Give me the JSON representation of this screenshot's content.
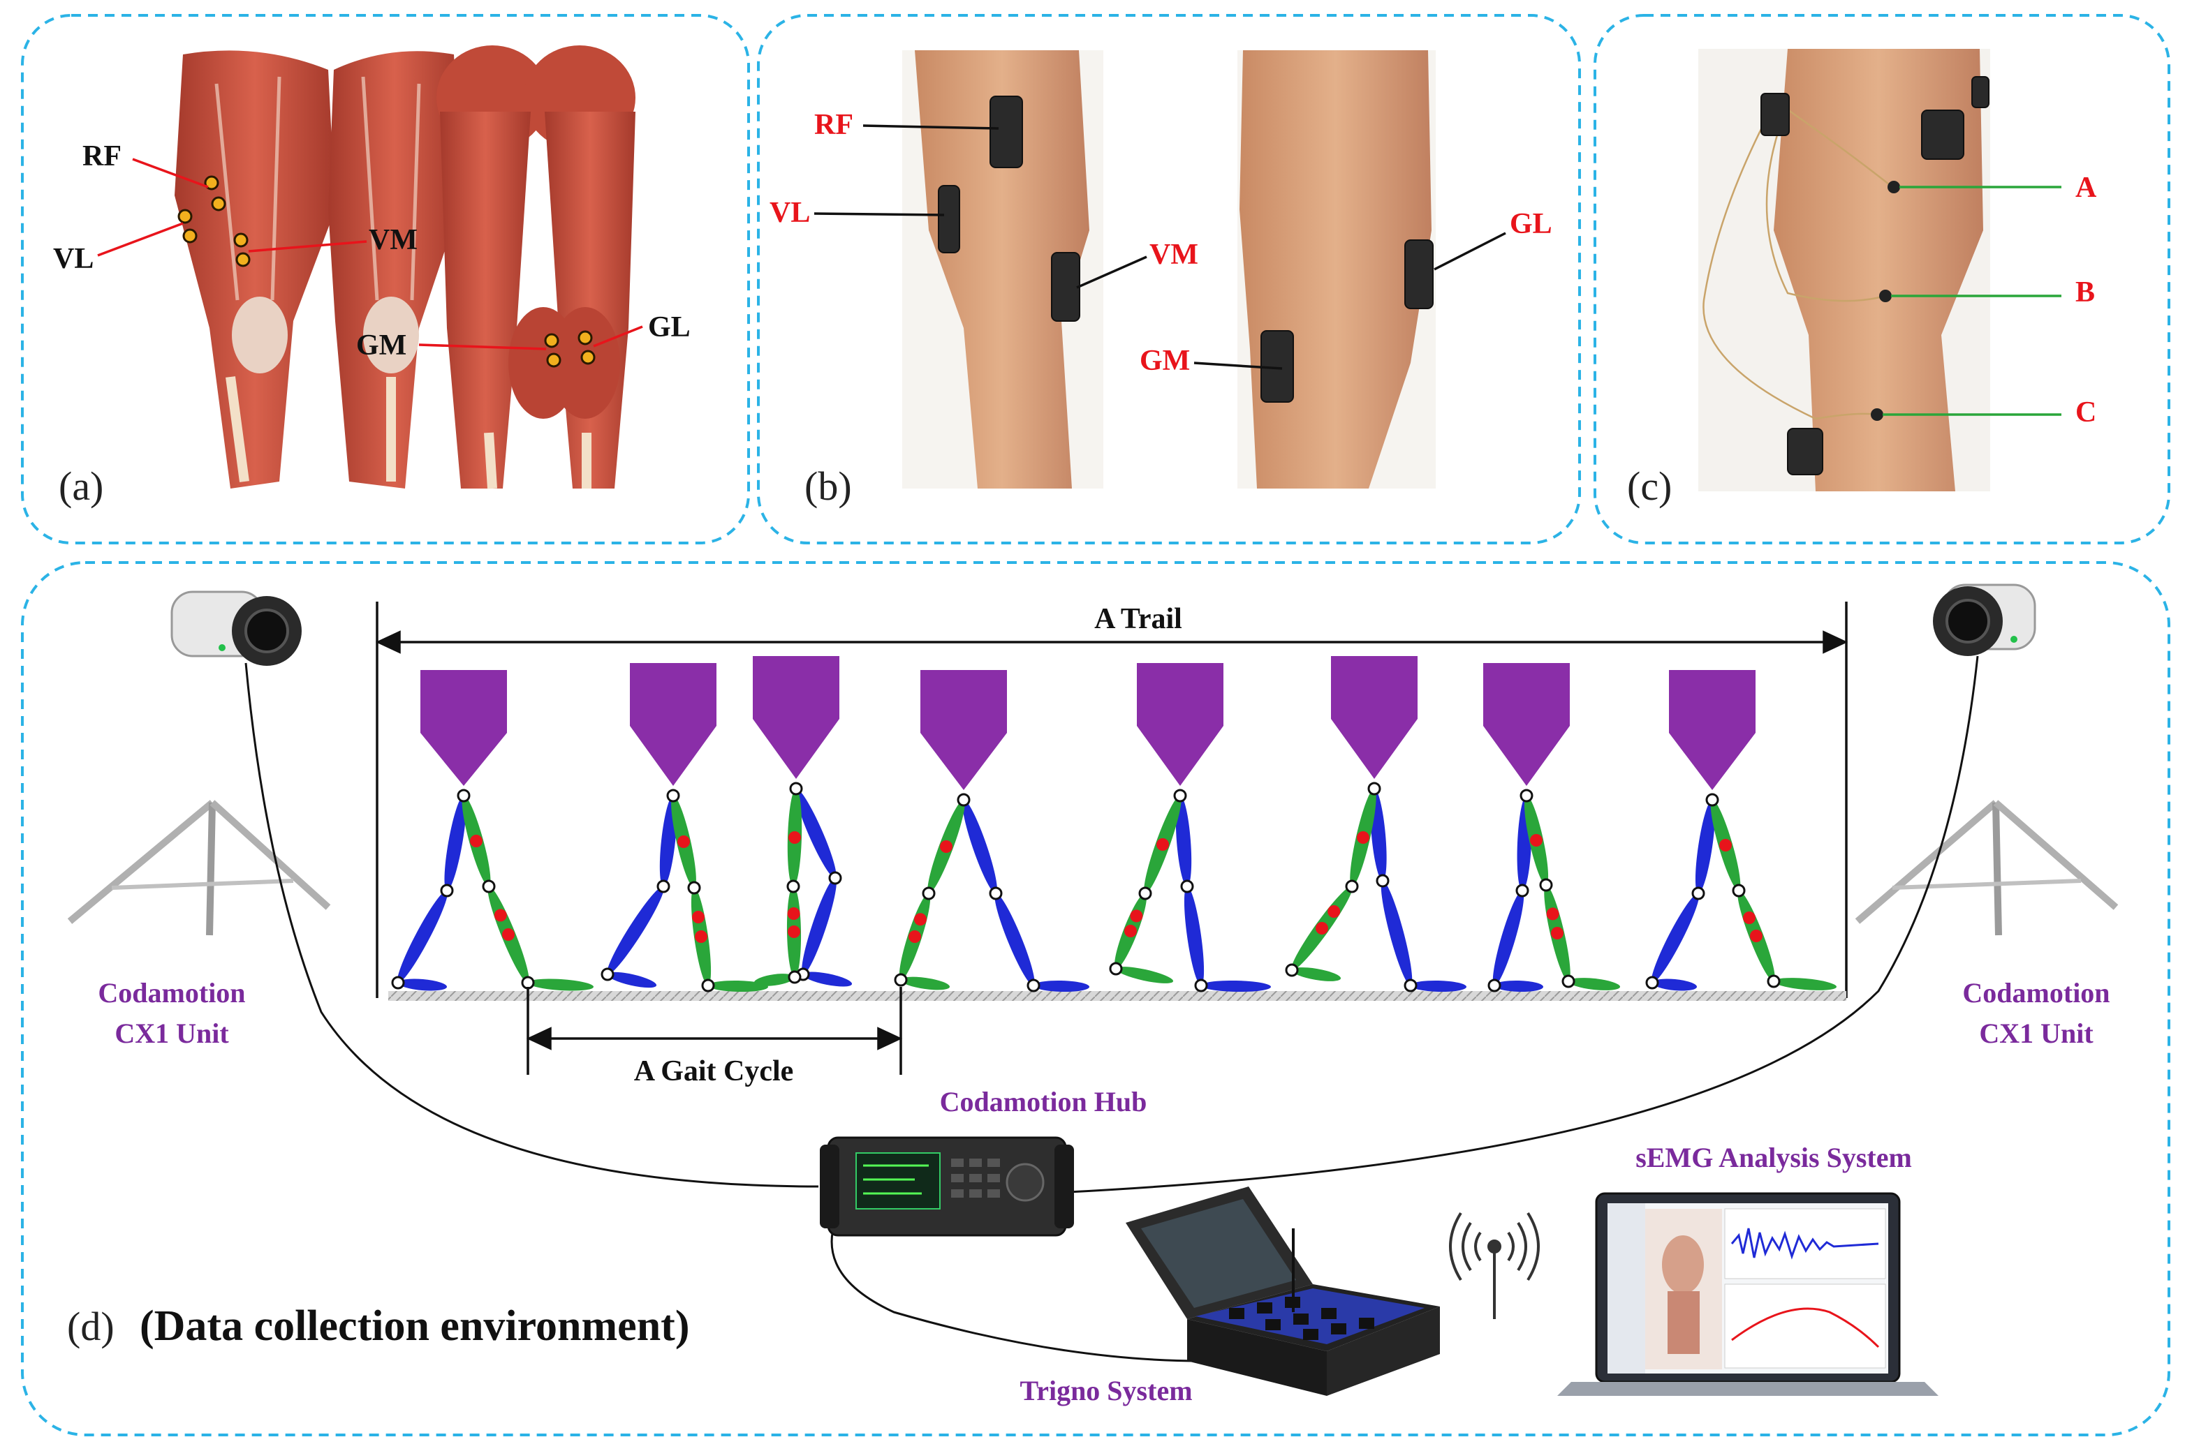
{
  "panels": {
    "a": {
      "tag": "(a)",
      "labels": {
        "rf": "RF",
        "vl": "VL",
        "vm": "VM",
        "gm": "GM",
        "gl": "GL"
      }
    },
    "b": {
      "tag": "(b)",
      "labels": {
        "rf": "RF",
        "vl": "VL",
        "vm": "VM",
        "gm": "GM",
        "gl": "GL"
      }
    },
    "c": {
      "tag": "(c)",
      "labels": {
        "a": "A",
        "b": "B",
        "c": "C"
      }
    },
    "d": {
      "tag": "(d)",
      "title": "(Data collection environment)",
      "trail_label": "A Trail",
      "gait_cycle_label": "A Gait Cycle",
      "camera_left": {
        "line1": "Codamotion",
        "line2": "CX1 Unit"
      },
      "camera_right": {
        "line1": "Codamotion",
        "line2": "CX1 Unit"
      },
      "hub_label": "Codamotion Hub",
      "trigno_label": "Trigno System",
      "semg_label": "sEMG Analysis System"
    }
  },
  "colors": {
    "panel_border": "#2bb3e6",
    "electrode": "#f2b01e",
    "marker_red": "#e8141b",
    "figure_head": "#8a2ea8",
    "leg_blue": "#1f2ad6",
    "leg_green": "#2aa63a",
    "muscle": "#c8503e",
    "skin": "#d9a07a",
    "sensor_box": "#2a2a2a",
    "label_purple": "#7a2a9c"
  }
}
